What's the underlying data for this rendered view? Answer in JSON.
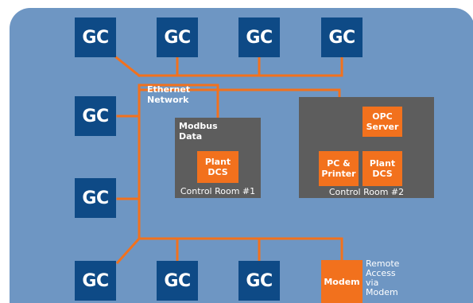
{
  "gc_label": "GC",
  "network": {
    "label": "Ethernet\nNetwork"
  },
  "room1": {
    "label": "Control Room #1",
    "modbus_label": "Modbus\nData",
    "dcs_label": "Plant\nDCS"
  },
  "room2": {
    "label": "Control Room #2",
    "opc_label": "OPC\nServer",
    "pc_label": "PC &\nPrinter",
    "dcs_label": "Plant\nDCS"
  },
  "modem": {
    "label": "Modem",
    "remote_label": "Remote\nAccess\nvia\nModem"
  },
  "colors": {
    "background": "#6e96c3",
    "gc_box": "#0e4a86",
    "room": "#5d5d5d",
    "accent": "#f2711d"
  }
}
